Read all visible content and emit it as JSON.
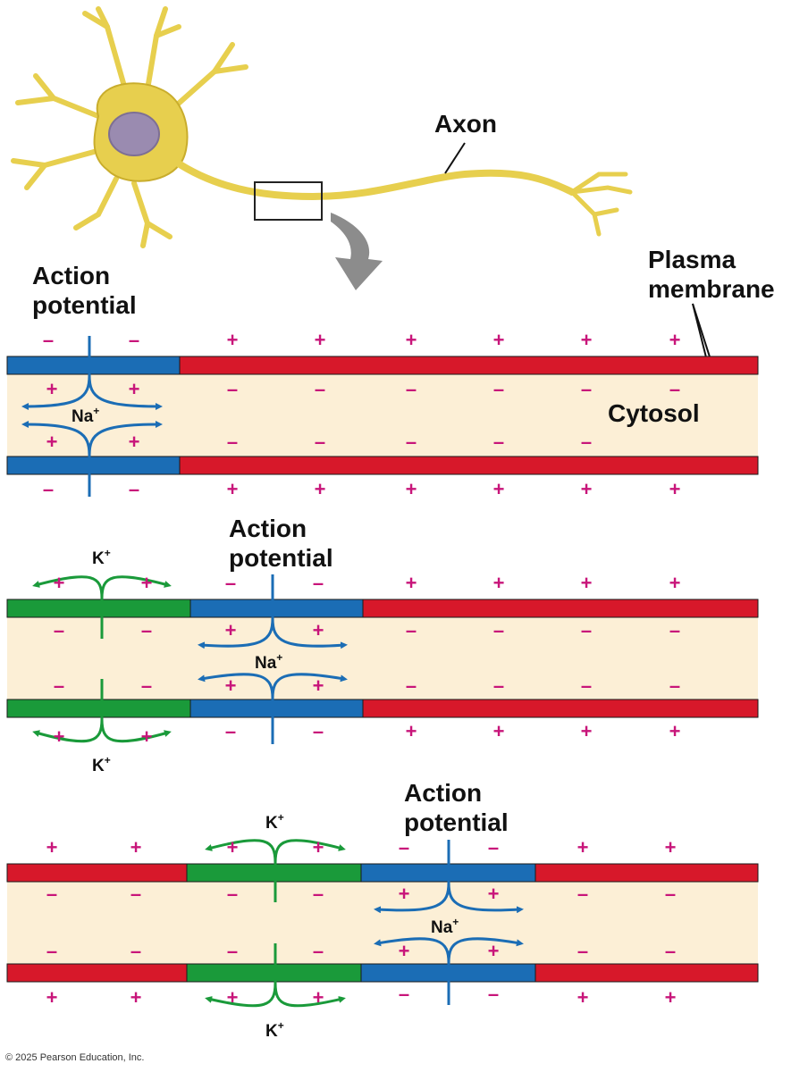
{
  "labels": {
    "axon": "Axon",
    "plasma_membrane_line1": "Plasma",
    "plasma_membrane_line2": "membrane",
    "cytosol": "Cytosol",
    "action_potential_line1": "Action",
    "action_potential_line2": "potential",
    "na_ion": "Na",
    "k_ion": "K",
    "ion_charge": "+",
    "plus_sign": "+",
    "minus_sign": "–",
    "copyright": "© 2025 Pearson Education, Inc."
  },
  "colors": {
    "resting_membrane": "#d7182a",
    "depolarized_membrane": "#1b6db5",
    "repolarizing_membrane": "#1a9a3a",
    "na_arrow": "#1b6db5",
    "k_arrow": "#1a9a3a",
    "cytosol": "#fcefd6",
    "charge_sign": "#c8157a",
    "neuron": "#e7cf4e",
    "nucleus": "#9a8bb0",
    "pointer_arrow": "#8c8c8c"
  },
  "panels": [
    {
      "action_potential_segment": 1,
      "repolarizing_segment": null
    },
    {
      "action_potential_segment": 2,
      "repolarizing_segment": 1
    },
    {
      "action_potential_segment": 3,
      "repolarizing_segment": 2
    }
  ]
}
